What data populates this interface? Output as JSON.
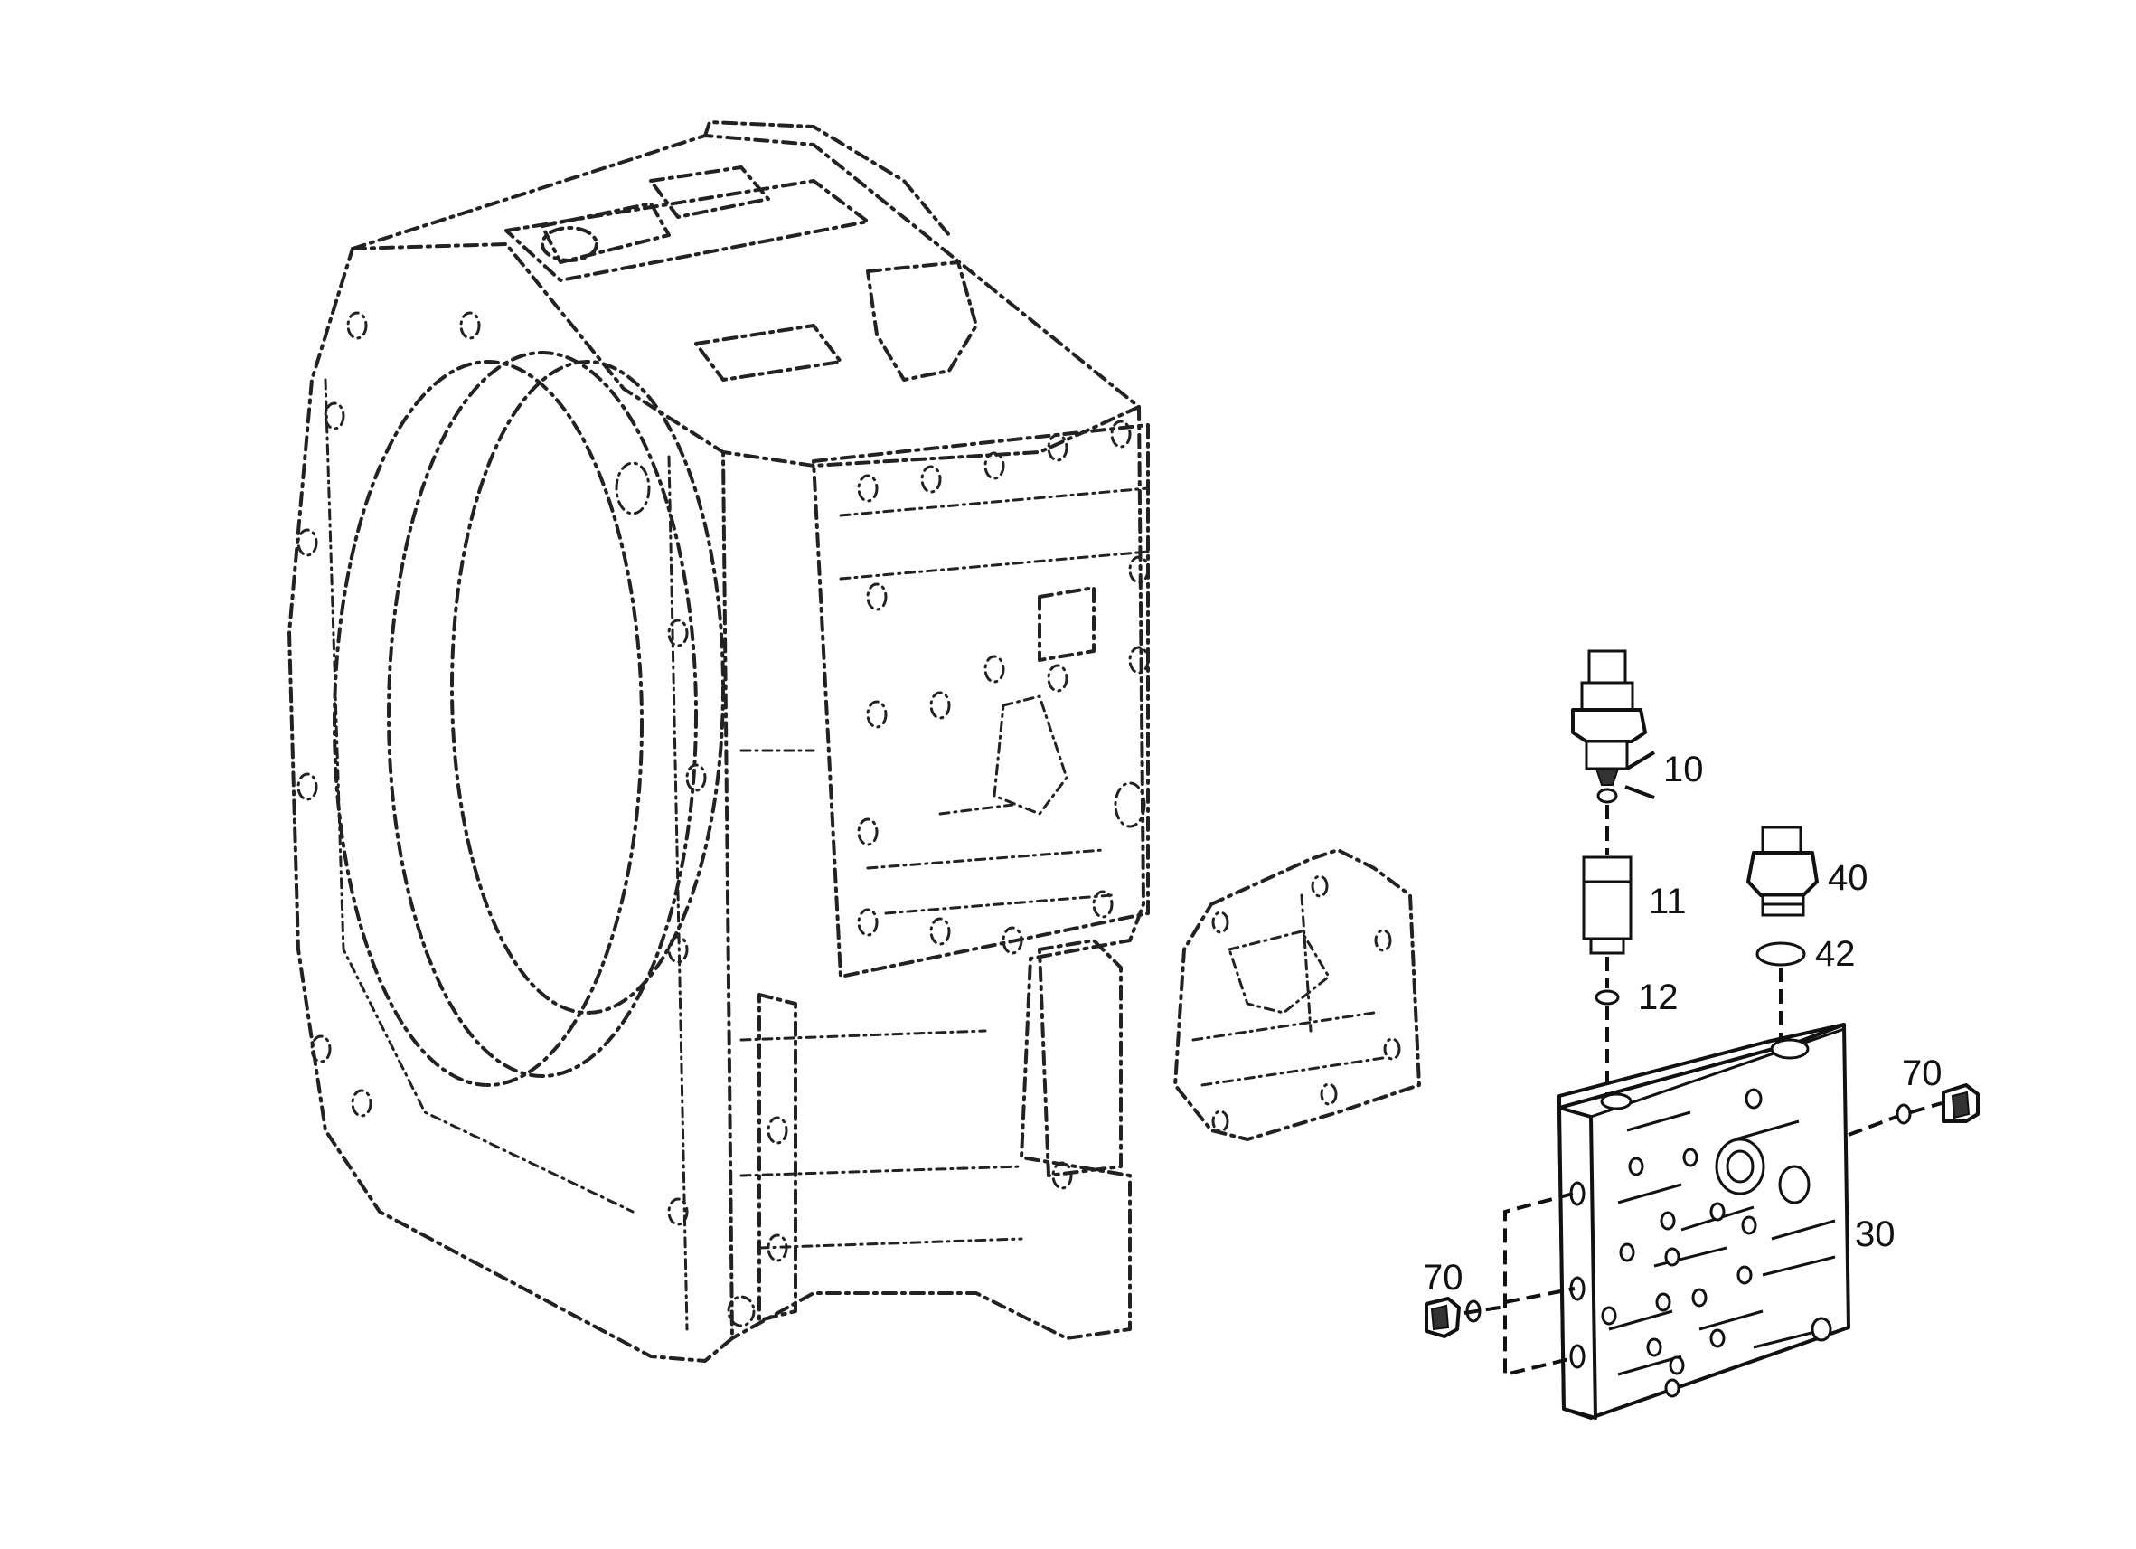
{
  "callouts": {
    "c10": "10",
    "c11": "11",
    "c12": "12",
    "c40": "40",
    "c42": "42",
    "c70_right": "70",
    "c30": "30",
    "c70_left": "70"
  },
  "colors": {
    "ink": "#111111",
    "background": "#ffffff"
  }
}
